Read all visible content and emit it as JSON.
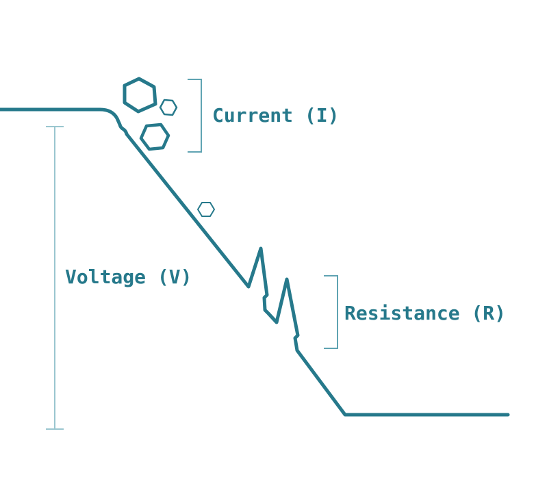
{
  "diagram": {
    "kind": "slope-analogy-line-art",
    "labels": {
      "current": "Current (I)",
      "voltage": "Voltage (V)",
      "resistance": "Resistance (R)"
    },
    "colors": {
      "line": "#26798B",
      "text": "#26798B",
      "bracket": "#5FA3B2",
      "measure": "#9AC6CF",
      "background": "#FFFFFF"
    },
    "shapes": {
      "rocks": [
        "hexagon-rock-large",
        "hexagon-rock-small",
        "hexagon-rock-medium",
        "hexagon-rock-tiny"
      ],
      "annotations": [
        "voltage-measure-line",
        "current-bracket",
        "resistance-bracket"
      ]
    }
  }
}
